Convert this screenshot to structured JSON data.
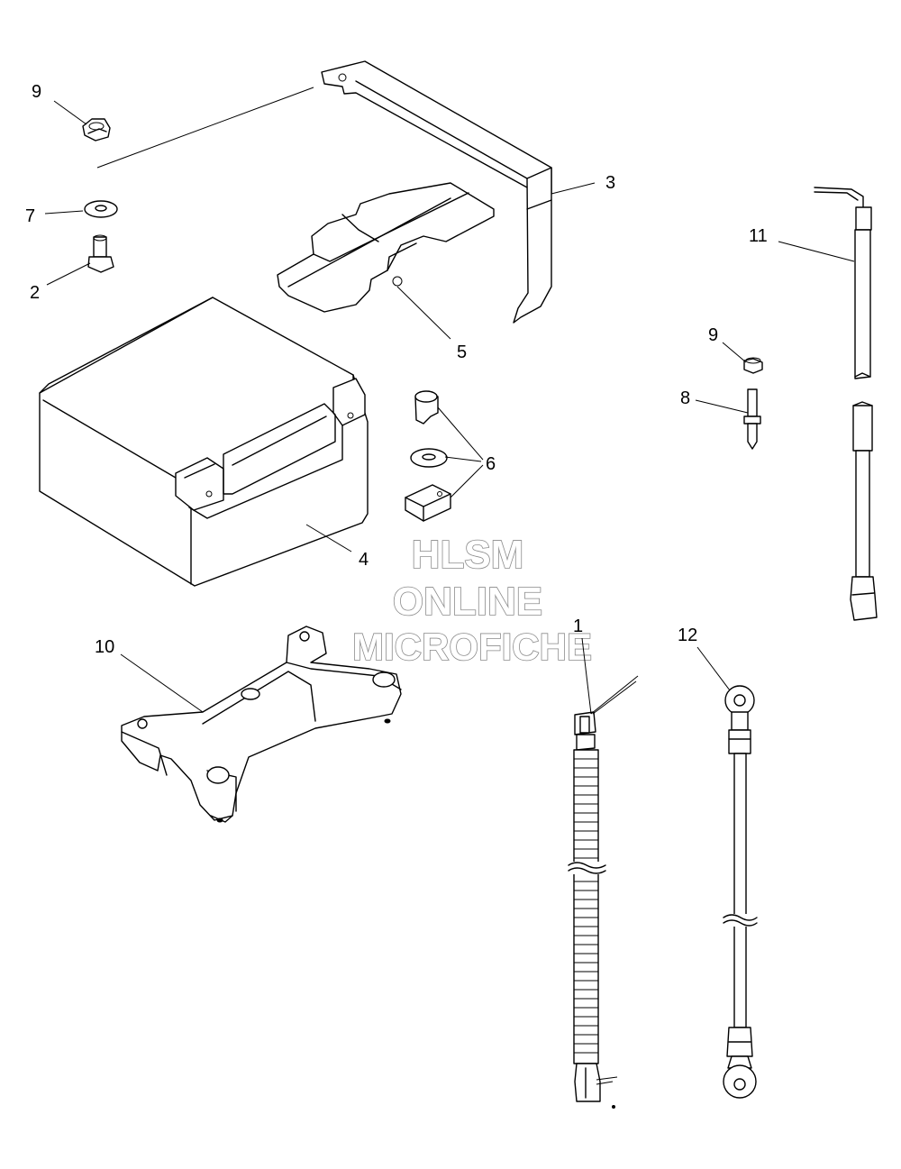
{
  "callouts": {
    "c1": "1",
    "c2": "2",
    "c3": "3",
    "c4": "4",
    "c5": "5",
    "c6": "6",
    "c7": "7",
    "c8": "8",
    "c9a": "9",
    "c9b": "9",
    "c10": "10",
    "c11": "11",
    "c12": "12"
  },
  "watermark": {
    "line1": "HLSM",
    "line2": "ONLINE",
    "line3": "MICROFICHE"
  }
}
